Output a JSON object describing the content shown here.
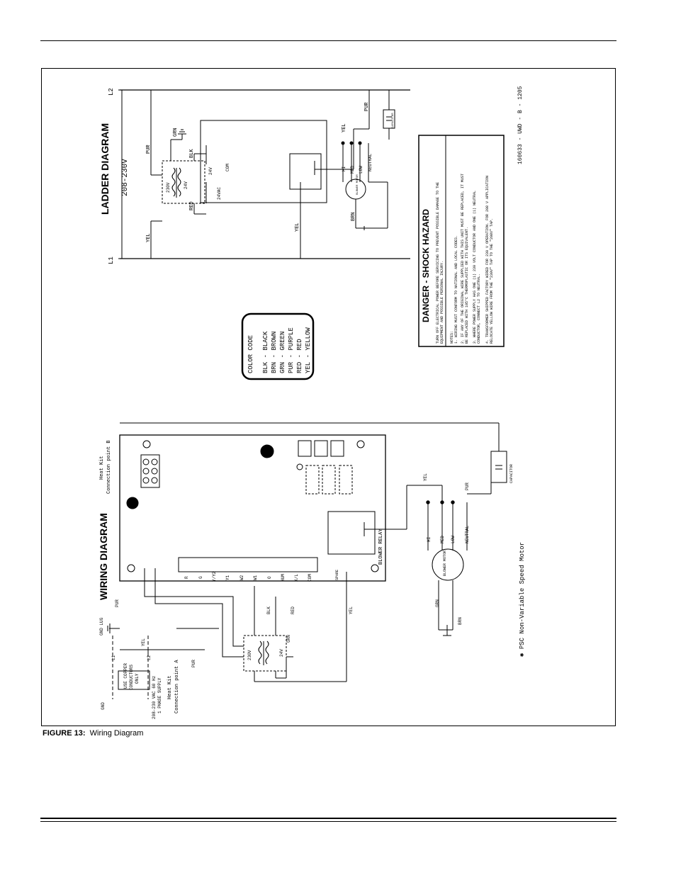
{
  "caption": {
    "label": "FIGURE 13:",
    "text": "Wiring Diagram"
  },
  "ladder": {
    "title": "LADDER DIAGRAM",
    "voltage": "208-230V",
    "l1": "L1",
    "l2": "L2",
    "wires": {
      "pur": "PUR",
      "yel": "YEL",
      "grn": "GRN",
      "blk": "BLK",
      "red": "RED",
      "brn": "BRN"
    },
    "transformer": {
      "primary": "230V",
      "secondary": "24V"
    },
    "board": {
      "v24": "24V",
      "com": "COM",
      "v24vac": "24VAC"
    },
    "motor": {
      "label": "BLOWER MOTOR",
      "hi": "HI",
      "med": "MED",
      "low": "LOW",
      "neutral": "NEUTRAL"
    },
    "capacitor": "CAPACITOR",
    "part_number": "160633 - UWD - B - 1205"
  },
  "color_code": {
    "title": "COLOR CODE",
    "entries": [
      "BLK - BLACK",
      "BRN - BROWN",
      "GRN - GREEN",
      "PUR - PURPLE",
      "RED - RED",
      "YEL - YELLOW"
    ]
  },
  "danger": {
    "title": "DANGER - SHOCK HAZARD",
    "line1": "TURN OFF ELECTRICAL POWER BEFORE SERVICING TO PREVENT POSSIBLE DAMAGE TO THE",
    "line2": "EQUIPMENT AND POSSIBLE PERSONAL INJURY.",
    "notes_title": "NOTES:",
    "notes": [
      "1. WIRING MUST CONFORM TO NATIONAL AND LOCAL CODES.",
      "2. IF ANY OF THE ORIGINAL WIRE SUPPLIED WITH THIS UNIT MUST BE REPLACED, IT MUST",
      "   BE REPLACED WITH 105°C THERMOPLASTIC OR ITS EQUIVALENT.",
      "3. WHERE POWER SUPPLY HAS ONE (1) 230 VOLT CONDUCTOR AND ONE (1) NEUTRAL",
      "   CONDUCTOR, CONNECT L2 TO NEUTRAL.",
      "4. TRANSFORMER SHIPPED FACTORY WIRED FOR 230 V OPERATION. FOR 208 V APPLICATION",
      "   RELOCATE YELLOW WIRE FROM THE \"230V\" TAP TO THE \"208V\" TAP."
    ]
  },
  "wiring": {
    "title": "WIRING DIAGRAM",
    "heat_kit_b": "Heat Kit",
    "heat_kit_b2": "Connection point B",
    "heat_kit_a": "Heat Kit",
    "heat_kit_a2": "Connection point A",
    "gnd_lug": "GND LUG",
    "gnd": "GND",
    "supply": "208-230 VAC 60 Hz",
    "supply2": "1 PHASE SUPPLY",
    "copper": "USE COPPER",
    "copper2": "CONDUCTORS",
    "copper3": "ONLY",
    "terminals": [
      "R",
      "G",
      "Y/Y2",
      "Y1",
      "W2",
      "W1",
      "O",
      "HUM",
      "X/L",
      "COM"
    ],
    "blower_relay": "BLOWER RELAY",
    "spare": "SPARE",
    "motor": "BLOWER MOTOR",
    "hi": "HI",
    "med": "MED",
    "low": "LOW",
    "neutral": "NEUTRAL",
    "capacitor": "CAPACITOR",
    "psc_note": "✱ PSC Non-Variable Speed Motor",
    "t230": "230V",
    "t24": "24V",
    "wires": {
      "pur": "PUR",
      "yel": "YEL",
      "blk": "BLK",
      "red": "RED",
      "grn": "GRN",
      "brn": "BRN"
    },
    "l1": "L1",
    "l2": "L2"
  }
}
